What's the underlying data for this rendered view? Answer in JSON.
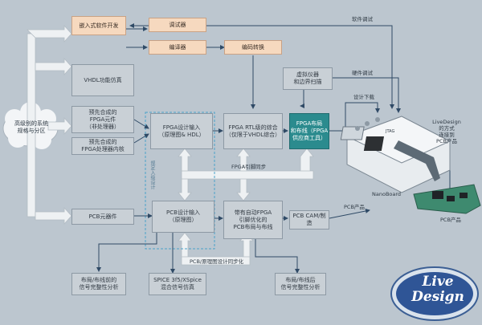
{
  "diagram": {
    "source": "高级别的系统\n规格与分区",
    "boxes": {
      "embedded": "嵌入式软件开发",
      "debugger": "调试器",
      "compiler": "编译器",
      "code_convert": "编码转换",
      "vhdl_sim": "VHDL功能仿真",
      "fpga_element": "预先合成的\nFPGA元件\n（非处理器）",
      "fpga_core": "预先合成的\nFPGA处理器内核",
      "virtual_inst": "虚拟仪器\n和边界扫描",
      "fpga_design_input": "FPGA设计输入\n（原理图& HDL）",
      "fpga_rtl": "FPGA RTL级的综合\n（仅限于VHDL综合）",
      "fpga_layout": "FPGA布局\n和布线（FPGA\n供应商工具）",
      "pcb_components": "PCB元器件",
      "pcb_design_input": "PCB设计输入\n（原理图）",
      "pcb_layout": "带有自动FPGA\n引脚优化的\nPCB布局与布线",
      "pcb_cam": "PCB CAM/制造",
      "pre_layout_si": "布局/布线前的\n信号完整性分析",
      "spice": "SPICE 3f5/XSpice\n混合信号仿真",
      "post_layout_si": "布局/布线后\n信号完整性分析"
    },
    "labels": {
      "software_debug": "软件调试",
      "hardware_debug": "硬件调试",
      "design_download": "设计下载",
      "livedesign_method": "LiveDesign\n的方式\n连接到\nPCB产品",
      "jtag": "JTAG",
      "nanoboard": "NanoBoard",
      "fpga_pin_sync": "FPGA引脚同步",
      "pcb_product_1": "PCB产品",
      "pcb_product_2": "PCB产品",
      "pcb_schematic_sync": "PCB/原理图设计同步化",
      "vertical_note": "规定入级设计"
    },
    "logo": [
      "Live",
      "Design"
    ],
    "colors": {
      "background": "#bcc6cf",
      "arrow": "#2f4a66",
      "fat_arrow": "#eef1f3",
      "teal": "#2b8b8e",
      "orange": "#f6d9bf"
    }
  }
}
